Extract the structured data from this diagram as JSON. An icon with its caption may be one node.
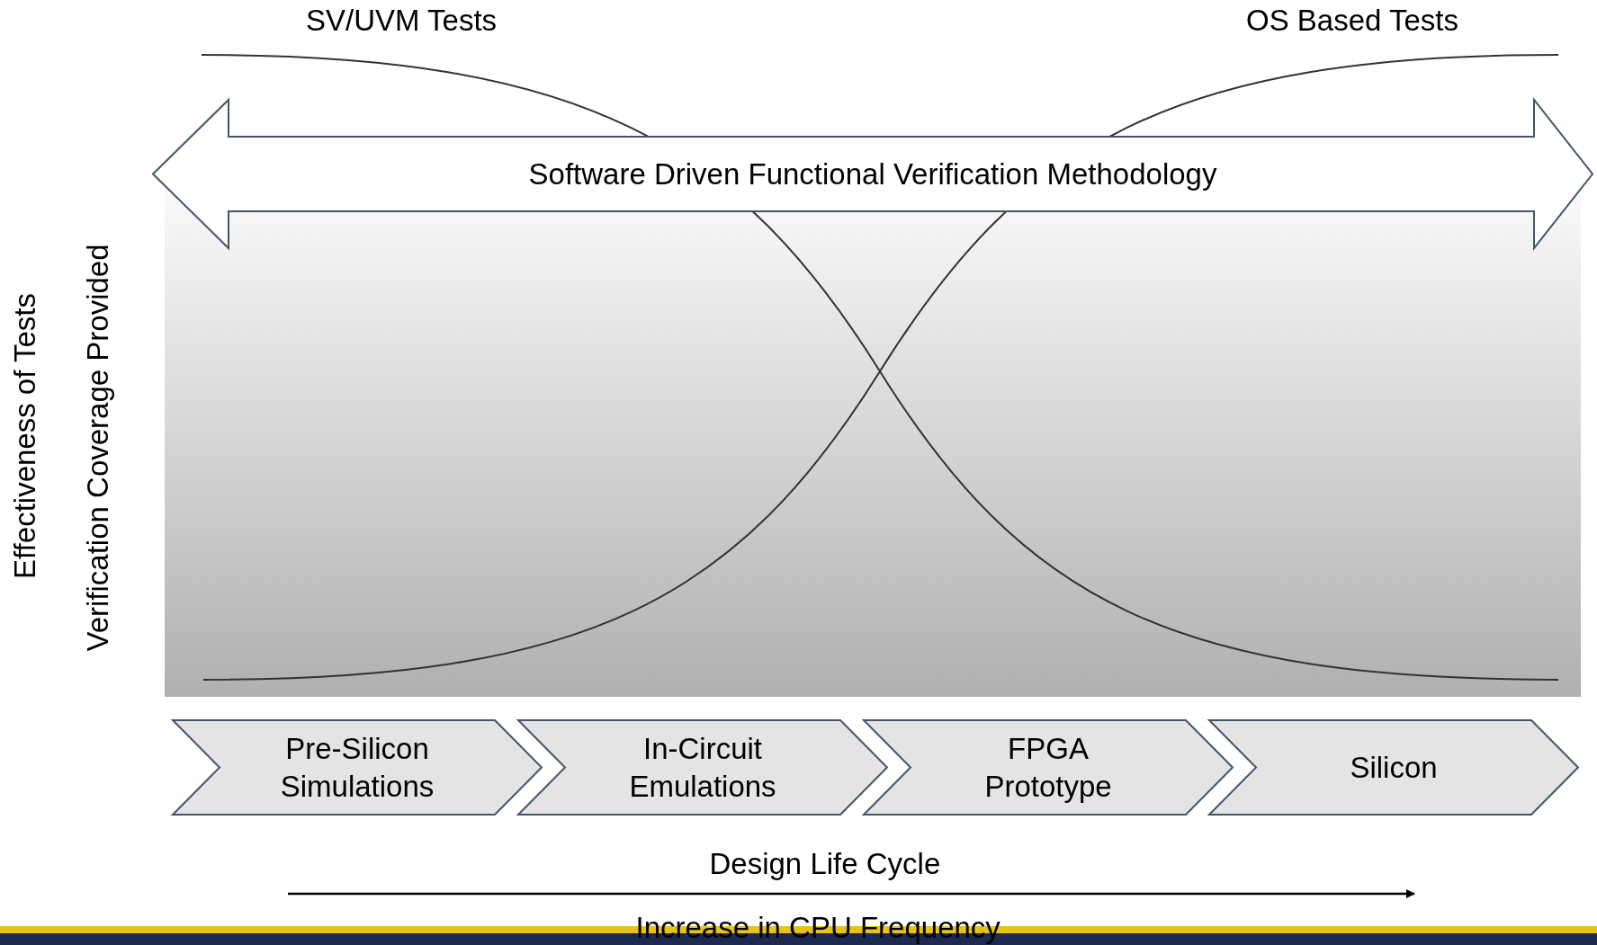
{
  "diagram": {
    "nodes": [
      {
        "text": [
          "Software Driven Functional Verification Methodology"
        ]
      },
      {
        "text": [
          "Pre-Silicon Simulations"
        ]
      },
      {
        "text": [
          "In-Circuit Emulations"
        ]
      },
      {
        "text": [
          "FPGA Prototype"
        ]
      },
      {
        "text": [
          "Silicon"
        ]
      }
    ],
    "edges": [],
    "labels": [
      "SV/UVM Tests",
      "OS Based Tests",
      "Effectiveness of Tests",
      "Verification Coverage Provided",
      "Design Life Cycle",
      "Increase in CPU Frequency"
    ]
  }
}
